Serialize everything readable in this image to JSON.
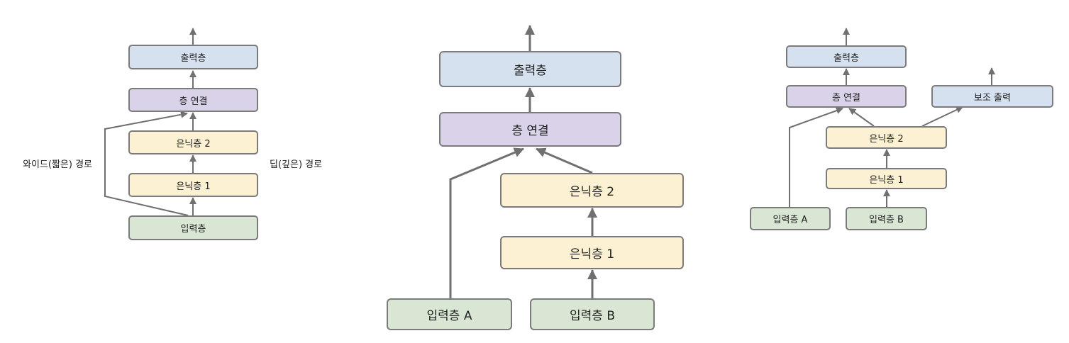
{
  "diagram1": {
    "output": "출력층",
    "concat": "층 연결",
    "hidden2": "은닉층 2",
    "hidden1": "은닉층 1",
    "input": "입력층",
    "wide_label": "와이드(짧은) 경로",
    "deep_label": "딥(깊은) 경로"
  },
  "diagram2": {
    "output": "출력층",
    "concat": "층 연결",
    "hidden2": "은닉층 2",
    "hidden1": "은닉층 1",
    "input_a": "입력층 A",
    "input_b": "입력층 B"
  },
  "diagram3": {
    "output": "출력층",
    "concat": "층 연결",
    "aux_output": "보조 출력",
    "hidden2": "은닉층 2",
    "hidden1": "은닉층 1",
    "input_a": "입력층 A",
    "input_b": "입력층 B"
  },
  "colors": {
    "output": "#d5e1ef",
    "concat": "#d9d2e8",
    "hidden": "#fcf1d2",
    "input": "#dae6d4",
    "arrow": "#707070"
  }
}
